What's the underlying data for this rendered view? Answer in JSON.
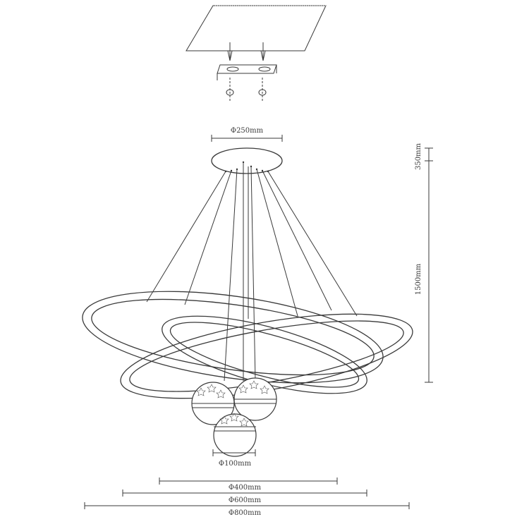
{
  "dimensions": {
    "canopy_diameter": "Φ250mm",
    "drop_canopy": "350mm",
    "drop_total": "1500mm",
    "globe_diameter": "Φ100mm",
    "ring_small": "Φ400mm",
    "ring_medium": "Φ600mm",
    "ring_large": "Φ800mm"
  },
  "colors": {
    "line": "#3a3a3a",
    "background": "#ffffff"
  }
}
